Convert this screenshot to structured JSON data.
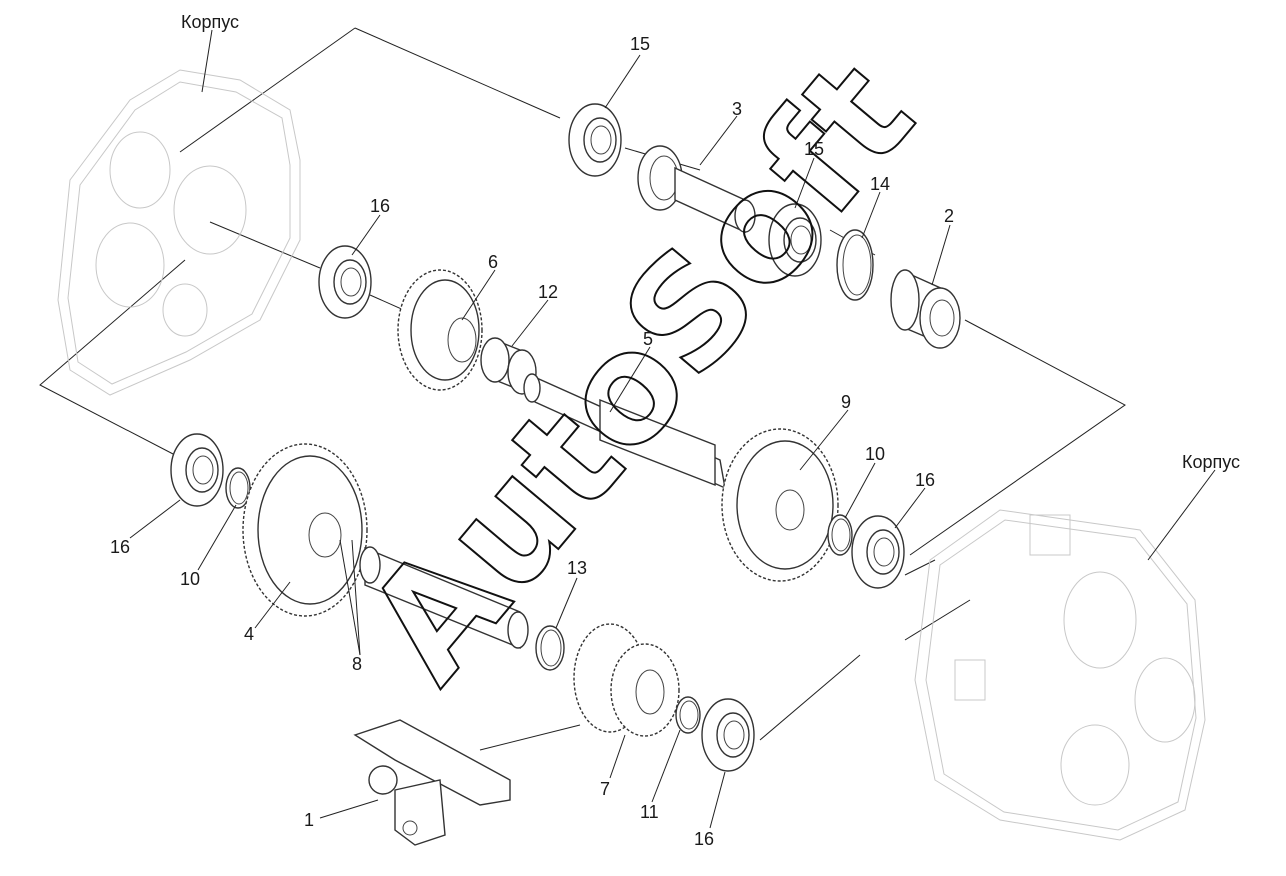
{
  "labels": {
    "housing_left": "Корпус",
    "housing_right": "Корпус",
    "p1": "1",
    "p2": "2",
    "p3": "3",
    "p4": "4",
    "p5": "5",
    "p6": "6",
    "p7": "7",
    "p8": "8",
    "p9": "9",
    "p10a": "10",
    "p10b": "10",
    "p11": "11",
    "p12": "12",
    "p13": "13",
    "p14": "14",
    "p15a": "15",
    "p15b": "15",
    "p16a": "16",
    "p16b": "16",
    "p16c": "16",
    "p16d": "16"
  },
  "watermark": "AutoSoft"
}
